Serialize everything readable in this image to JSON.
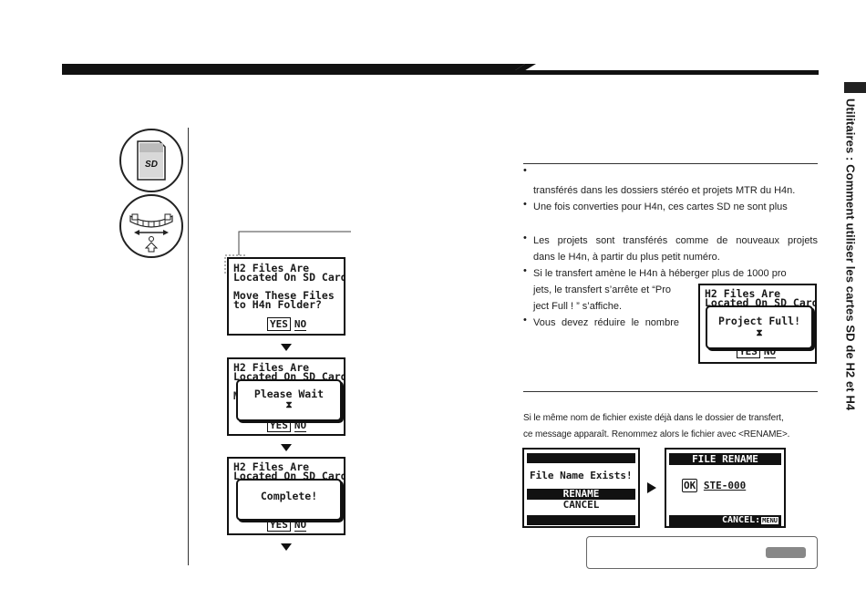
{
  "side_title": "Utilitaires : Comment utiliser les cartes SD de H2 et H4",
  "sd_logo": "SD",
  "screens": [
    {
      "lines": [
        "H2 Files Are",
        "Located On SD Card.",
        "",
        "Move These Files",
        "to H4n Folder?"
      ],
      "yes": "YES",
      "no": "NO"
    },
    {
      "lines": [
        "H2 Files Are",
        "Located On SD Card."
      ],
      "dialog": "Please Wait",
      "yes": "YES",
      "no": "NO"
    },
    {
      "lines": [
        "H2 Files Are",
        "Located On SD Card."
      ],
      "dialog": "Complete!",
      "yes": "YES",
      "no": "NO"
    }
  ],
  "bullets": {
    "b1": "transférés dans les dossiers stéréo et projets MTR du H4n.",
    "b2": "Une fois converties pour H4n, ces cartes SD ne sont plus",
    "b3a": "Les projets sont transférés comme de nouveaux projets",
    "b3b": "dans le H4n, à partir du plus petit numéro.",
    "b4a": "Si le transfert amène le H4n à héberger plus de 1000 pro",
    "b4b": "jets, le transfert s’arrête et “Pro",
    "b4c": "ject Full ! ” s’affiche.",
    "b5": "Vous devez réduire le nombre"
  },
  "project_full_screen": {
    "lines": [
      "H2 Files Are",
      "Located On SD Card."
    ],
    "dialog": "Project Full!",
    "yes": "YES",
    "no": "NO"
  },
  "rename_text": {
    "l1": "Si le même nom de fichier existe déjà dans le dossier de transfert,",
    "l2": "ce message apparaît. Renommez alors le fichier avec <RENAME>."
  },
  "rename_screen": {
    "message": "File Name Exists!",
    "rename": "RENAME",
    "cancel": "CANCEL"
  },
  "file_rename_screen": {
    "title": "FILE RENAME",
    "ok": "OK",
    "name": "STE-000",
    "cancel": "CANCEL:",
    "menu": "MENU"
  }
}
